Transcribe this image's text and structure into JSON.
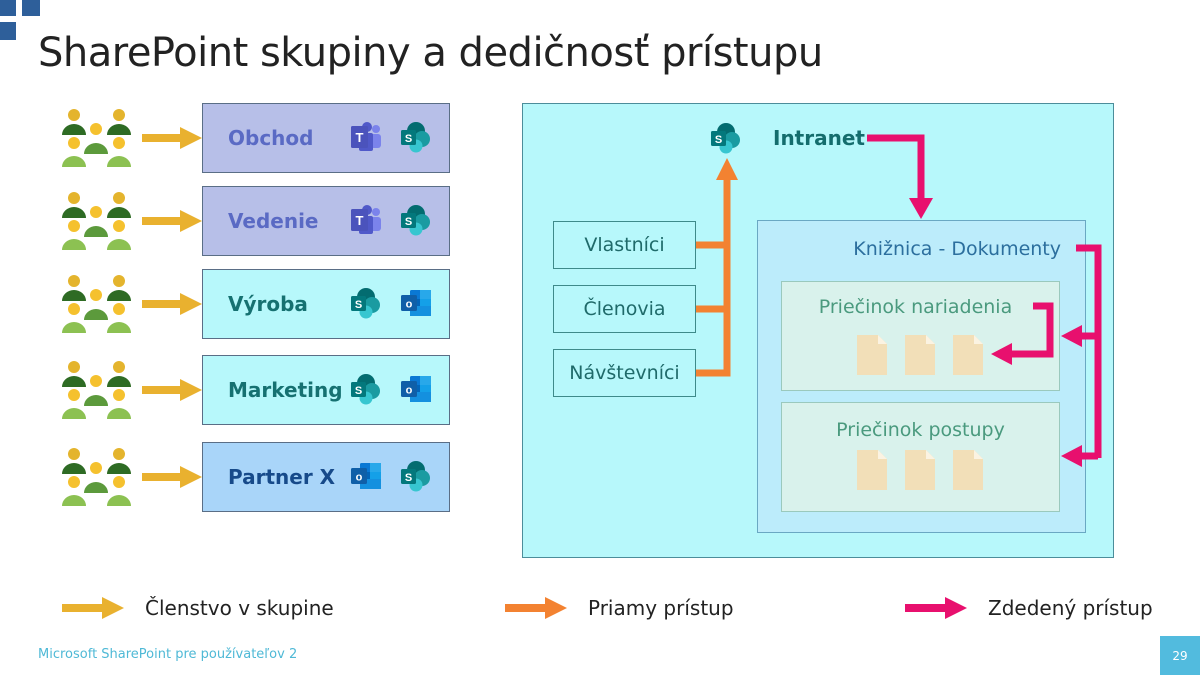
{
  "slide": {
    "title": "SharePoint skupiny a dedičnosť prístupu",
    "footer": "Microsoft SharePoint pre používateľov 2",
    "page_number": "29"
  },
  "colors": {
    "membership_arrow": "#e9b12f",
    "direct_arrow": "#f38231",
    "inherited_arrow": "#e8106e",
    "logo": "#2e5f9a"
  },
  "groups": [
    {
      "name": "Obchod",
      "icons": [
        "teams-icon",
        "sharepoint-icon"
      ],
      "bg": "#b7bfe8",
      "text_color": "#5a6ac4"
    },
    {
      "name": "Vedenie",
      "icons": [
        "teams-icon",
        "sharepoint-icon"
      ],
      "bg": "#b7bfe8",
      "text_color": "#5a6ac4"
    },
    {
      "name": "Výroba",
      "icons": [
        "sharepoint-icon",
        "outlook-icon"
      ],
      "bg": "#b7f8fb",
      "text_color": "#167171"
    },
    {
      "name": "Marketing",
      "icons": [
        "sharepoint-icon",
        "outlook-icon"
      ],
      "bg": "#b7f8fb",
      "text_color": "#167171"
    },
    {
      "name": "Partner X",
      "icons": [
        "outlook-icon",
        "sharepoint-icon"
      ],
      "bg": "#a9d5f9",
      "text_color": "#174a8a"
    }
  ],
  "site": {
    "name": "Intranet",
    "roles": [
      "Vlastníci",
      "Členovia",
      "Návštevníci"
    ],
    "library": {
      "name": "Knižnica - Dokumenty",
      "folders": [
        {
          "name": "Priečinok nariadenia",
          "doc_count": 3
        },
        {
          "name": "Priečinok postupy",
          "doc_count": 3
        }
      ]
    }
  },
  "legend": [
    {
      "label": "Členstvo v skupine",
      "type": "membership"
    },
    {
      "label": "Priamy prístup",
      "type": "direct"
    },
    {
      "label": "Zdedený prístup",
      "type": "inherited"
    }
  ]
}
